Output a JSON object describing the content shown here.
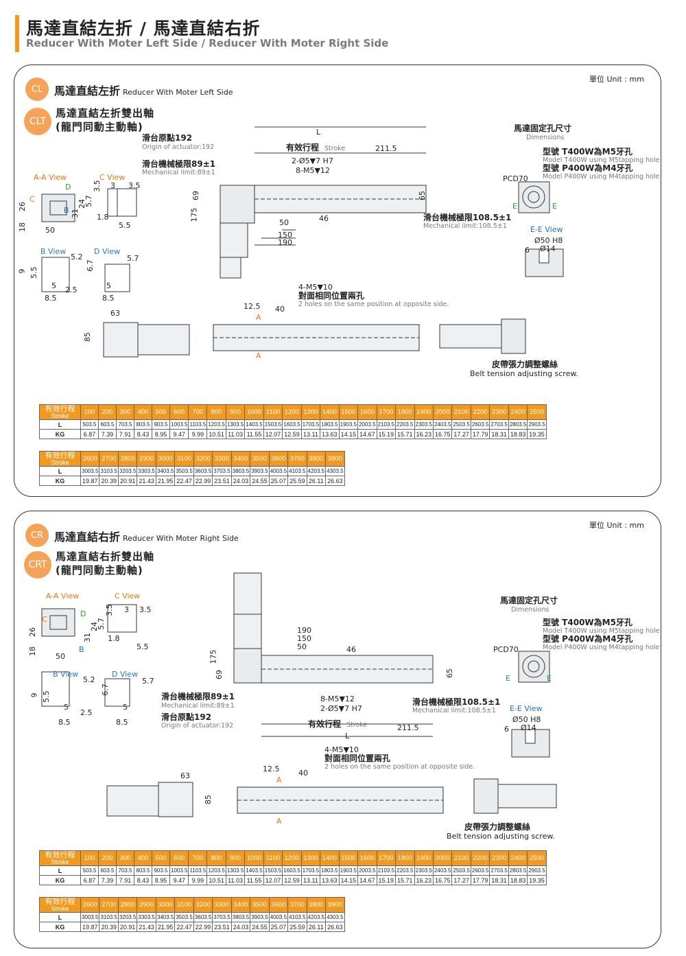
{
  "header": {
    "title_zh": "馬達直結左折 / 馬達直結右折",
    "title_en": "Reducer With Moter Left Side / Reducer With Moter Right Side"
  },
  "colors": {
    "accent": "#f29a1f",
    "badge": "#f6a35a",
    "blue": "#2b78c4",
    "green": "#2a9a3b"
  },
  "panel_left": {
    "unit": "單位 Unit : mm",
    "badge1": "CL",
    "title1_zh": "馬達直結左折",
    "title1_en": "Reducer With Moter Left Side",
    "badge2": "CLT",
    "title2_line1": "馬達直結左折雙出軸",
    "title2_line2": "(龍門同動主動軸)",
    "labels": {
      "aa_view": "A-A View",
      "c_view": "C View",
      "b_view": "B View",
      "d_view": "D View",
      "origin_zh": "滑台原點192",
      "origin_en": "Origin of actuator:192",
      "mech_zh": "滑台機械極限89±1",
      "mech_en": "Mechanical limit:89±1",
      "stroke_zh": "有效行程",
      "stroke_en": "Stroke",
      "d2115": "211.5",
      "h1": "2-Ø5▼7 H7",
      "h2": "8-M5▼12",
      "L": "L",
      "mech2_zh": "滑台機械極限108.5±1",
      "mech2_en": "Mechanical limit:108.5±1",
      "fix_zh": "馬達固定孔尺寸",
      "fix_en": "Dimensions",
      "t400_zh": "型號 T400W為M5牙孔",
      "t400_en": "Model T400W using M5tapping hole",
      "p400_zh": "型號 P400W為M4牙孔",
      "p400_en": "Model P400W using M4tapping hole",
      "pcd": "PCD70",
      "ee_view": "E-E View",
      "phi50": "Ø50 H8",
      "phi14": "Ø14",
      "six": "6",
      "m5_zh": "4-M5▼10",
      "m5_zh2": "對面相同位置兩孔",
      "m5_en": "2 holes on the same position at opposite side.",
      "belt_zh": "皮帶張力調整螺絲",
      "belt_en": "Belt tension adjusting screw.",
      "d69": "69",
      "d175": "175",
      "d65": "65",
      "d46": "46",
      "d50": "50",
      "d150": "150",
      "d190": "190",
      "d63": "63",
      "d85": "85",
      "d125": "12.5",
      "d40": "40",
      "A": "A",
      "E": "E",
      "d26": "26",
      "d18": "18",
      "d57": "5.7",
      "d35": "3.5",
      "d3": "3",
      "d35b": "3.5",
      "d31": "31",
      "d24": "24",
      "d18b": "1.8",
      "d55": "5.5",
      "d50b": "50",
      "c": "C",
      "b": "B",
      "dd": "D",
      "d52": "5.2",
      "d57b": "5.7",
      "d9": "9",
      "d55b": "5.5",
      "d67": "6.7",
      "d5": "5",
      "d25": "2.5",
      "d5b": "5",
      "d85b": "8.5",
      "d85c": "8.5"
    }
  },
  "panel_right": {
    "unit": "單位 Unit : mm",
    "badge1": "CR",
    "title1_zh": "馬達直結右折",
    "title1_en": "Reducer With Moter Right Side",
    "badge2": "CRT",
    "title2_line1": "馬達直結右折雙出軸",
    "title2_line2": "(龍門同動主動軸)"
  },
  "table": {
    "stroke_zh": "有效行程",
    "stroke_en": "Stroke",
    "row_L": "L",
    "row_KG": "KG",
    "strokes1": [
      "100",
      "200",
      "300",
      "400",
      "500",
      "600",
      "700",
      "800",
      "900",
      "1000",
      "1100",
      "1200",
      "1300",
      "1400",
      "1500",
      "1600",
      "1700",
      "1800",
      "1900",
      "2000",
      "2100",
      "2200",
      "2300",
      "2400",
      "2500"
    ],
    "L1": [
      "503.5",
      "603.5",
      "703.5",
      "803.5",
      "903.5",
      "1003.5",
      "1103.5",
      "1203.5",
      "1303.5",
      "1403.5",
      "1503.5",
      "1603.5",
      "1703.5",
      "1803.5",
      "1903.5",
      "2003.5",
      "2103.5",
      "2203.5",
      "2303.5",
      "2403.5",
      "2503.5",
      "2603.5",
      "2703.5",
      "2803.5",
      "2903.5"
    ],
    "KG1": [
      "6.87",
      "7.39",
      "7.91",
      "8.43",
      "8.95",
      "9.47",
      "9.99",
      "10.51",
      "11.03",
      "11.55",
      "12.07",
      "12.59",
      "13.11",
      "13.63",
      "14.15",
      "14.67",
      "15.19",
      "15.71",
      "16.23",
      "16.75",
      "17.27",
      "17.79",
      "18.31",
      "18.83",
      "19.35"
    ],
    "strokes2": [
      "2600",
      "2700",
      "2800",
      "2900",
      "3000",
      "3100",
      "3200",
      "3300",
      "3400",
      "3500",
      "3600",
      "3700",
      "3800",
      "3900"
    ],
    "L2": [
      "3003.5",
      "3103.5",
      "3203.5",
      "3303.5",
      "3403.5",
      "3503.5",
      "3603.5",
      "3703.5",
      "3803.5",
      "3903.5",
      "4003.5",
      "4103.5",
      "4203.5",
      "4303.5"
    ],
    "KG2": [
      "19.87",
      "20.39",
      "20.91",
      "21.43",
      "21.95",
      "22.47",
      "22.99",
      "23.51",
      "24.03",
      "24.55",
      "25.07",
      "25.59",
      "26.11",
      "26.63"
    ]
  }
}
